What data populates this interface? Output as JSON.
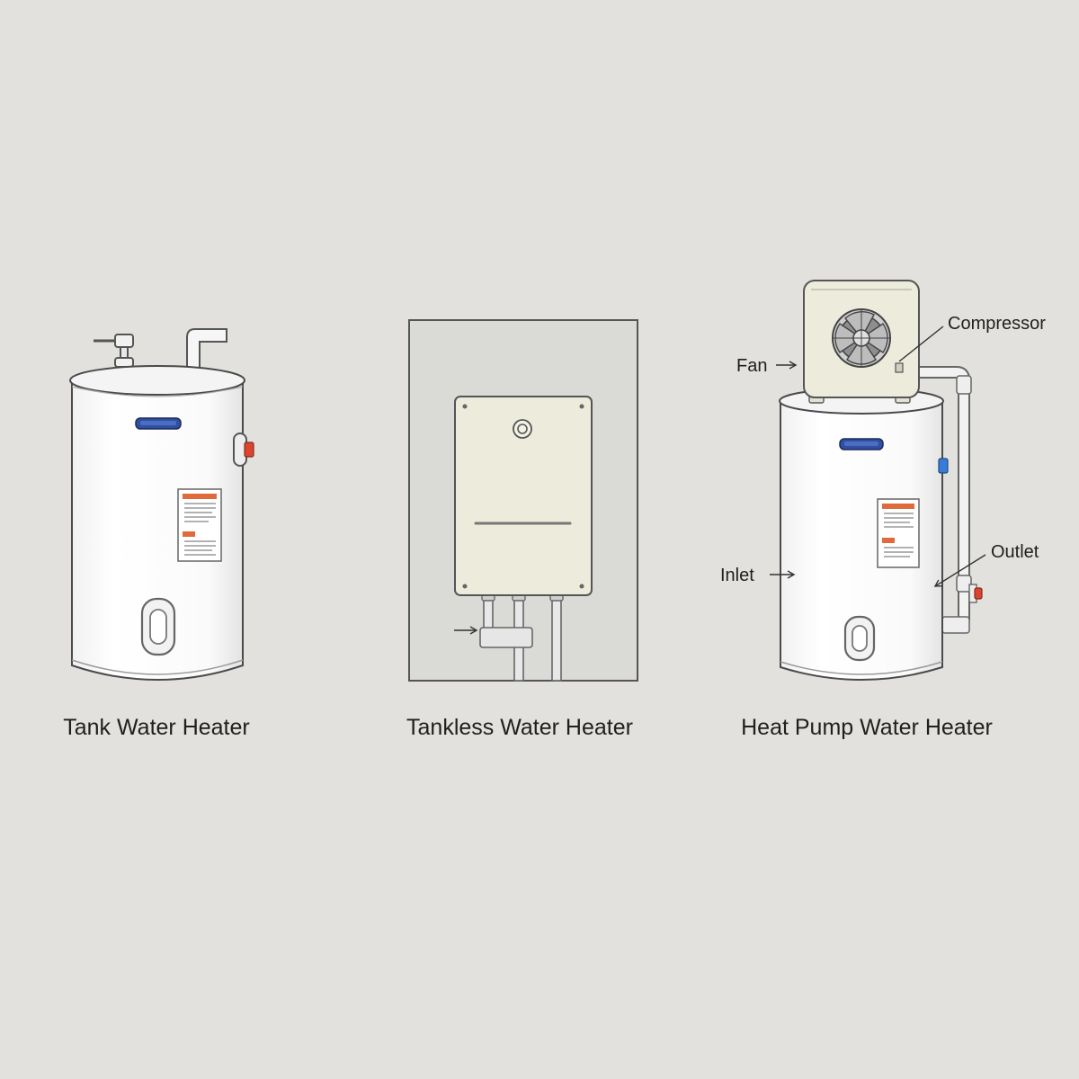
{
  "diagrams": [
    {
      "id": "tank",
      "caption": "Tank Water Heater"
    },
    {
      "id": "tankless",
      "caption": "Tankless Water Heater"
    },
    {
      "id": "heat-pump",
      "caption": "Heat Pump Water Heater",
      "callouts": {
        "fan": "Fan",
        "compressor": "Compressor",
        "inlet": "Inlet",
        "outlet": "Outlet"
      }
    }
  ],
  "colors": {
    "background": "#e2e1dd",
    "tank_body": "#ffffff",
    "unit_cream": "#ecebdc",
    "outline": "#4a4a4a",
    "badge_blue": "#2f4fa0",
    "label_orange": "#e06a3c",
    "valve_red": "#d9452f",
    "port_blue": "#3a7bd5"
  },
  "icons": [
    "fan-icon",
    "arrow-right-icon",
    "arrow-down-left-icon"
  ]
}
